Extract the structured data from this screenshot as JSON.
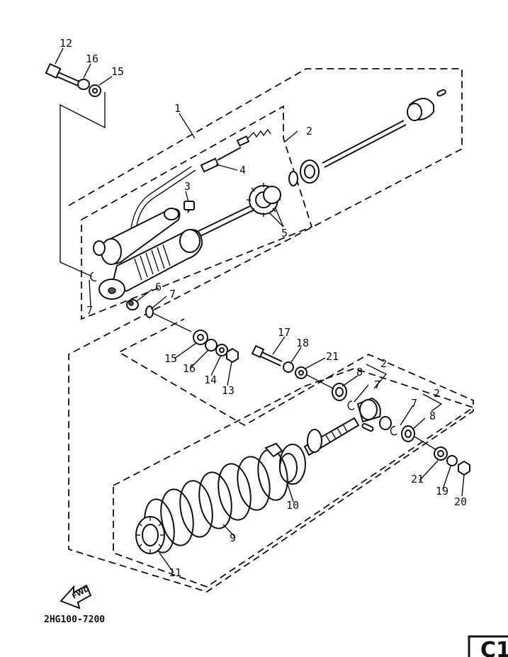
{
  "diagram_code": "2HG100-7200",
  "page_mark": "C1",
  "fwd_label": "FWD",
  "callouts": {
    "n1": "1",
    "n2a": "2",
    "n2b": "2",
    "n2c": "2",
    "n3": "3",
    "n4": "4",
    "n5": "5",
    "n6": "6",
    "n7a": "7",
    "n7b": "7",
    "n7c": "7",
    "n7d": "7",
    "n8a": "8",
    "n8b": "8",
    "n9": "9",
    "n10": "10",
    "n11": "11",
    "n12": "12",
    "n13": "13",
    "n14": "14",
    "n15a": "15",
    "n15b": "15",
    "n16a": "16",
    "n16b": "16",
    "n17": "17",
    "n18": "18",
    "n19": "19",
    "n20": "20",
    "n21a": "21",
    "n21b": "21"
  }
}
